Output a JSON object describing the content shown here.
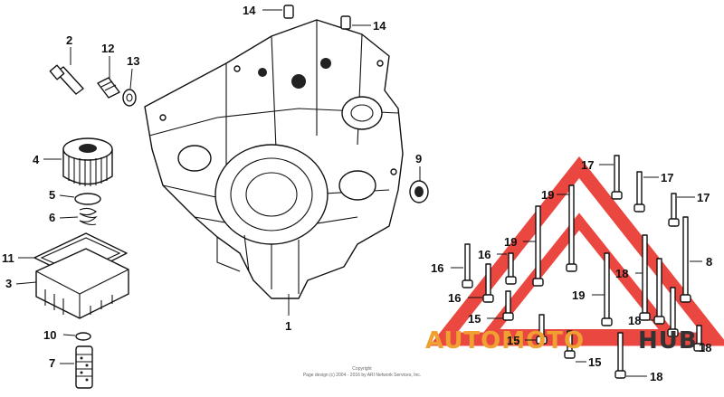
{
  "callouts": {
    "c1": "1",
    "c2": "2",
    "c3": "3",
    "c4": "4",
    "c5": "5",
    "c6": "6",
    "c7": "7",
    "c8": "8",
    "c9": "9",
    "c10": "10",
    "c11": "11",
    "c12": "12",
    "c13": "13",
    "c14a": "14",
    "c14b": "14",
    "c15a": "15",
    "c15b": "15",
    "c15c": "15",
    "c16a": "16",
    "c16b": "16",
    "c16c": "16",
    "c17a": "17",
    "c17b": "17",
    "c17c": "17",
    "c18a": "18",
    "c18b": "18",
    "c18c": "18",
    "c18d": "18",
    "c19a": "19",
    "c19b": "19",
    "c19c": "19"
  },
  "copyright": {
    "line1": "Copyright",
    "line2": "Page design (c) 2004 - 2016 by ARI Network Services, Inc."
  },
  "watermark": {
    "part1": "AUTOMOTO",
    "part2": "HUB",
    "color_red": "#e8342c",
    "color_orange": "#f0a030",
    "color_dark": "#333333"
  }
}
